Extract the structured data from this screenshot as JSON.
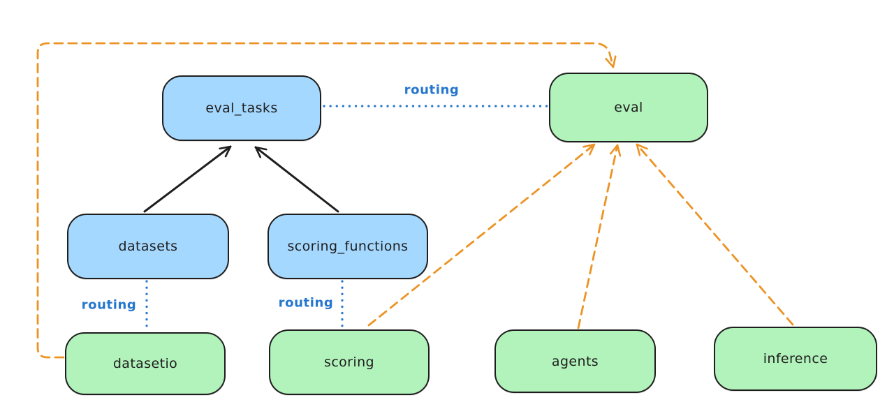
{
  "diagram": {
    "nodes": [
      {
        "id": "eval_tasks",
        "label": "eval_tasks",
        "kind": "resource"
      },
      {
        "id": "eval",
        "label": "eval",
        "kind": "api"
      },
      {
        "id": "datasets",
        "label": "datasets",
        "kind": "resource"
      },
      {
        "id": "scoring_functions",
        "label": "scoring_functions",
        "kind": "resource"
      },
      {
        "id": "datasetio",
        "label": "datasetio",
        "kind": "api"
      },
      {
        "id": "scoring",
        "label": "scoring",
        "kind": "api"
      },
      {
        "id": "agents",
        "label": "agents",
        "kind": "api"
      },
      {
        "id": "inference",
        "label": "inference",
        "kind": "api"
      }
    ],
    "edges": [
      {
        "from": "datasets",
        "to": "eval_tasks",
        "style": "solid-arrow",
        "color": "black"
      },
      {
        "from": "scoring_functions",
        "to": "eval_tasks",
        "style": "solid-arrow",
        "color": "black"
      },
      {
        "from": "eval_tasks",
        "to": "eval",
        "style": "dotted",
        "color": "blue",
        "label": "routing"
      },
      {
        "from": "datasets",
        "to": "datasetio",
        "style": "dotted",
        "color": "blue",
        "label": "routing"
      },
      {
        "from": "scoring_functions",
        "to": "scoring",
        "style": "dotted",
        "color": "blue",
        "label": "routing"
      },
      {
        "from": "datasetio",
        "to": "eval",
        "style": "dashed-arrow",
        "color": "orange"
      },
      {
        "from": "scoring",
        "to": "eval",
        "style": "dashed-arrow",
        "color": "orange"
      },
      {
        "from": "agents",
        "to": "eval",
        "style": "dashed-arrow",
        "color": "orange"
      },
      {
        "from": "inference",
        "to": "eval",
        "style": "dashed-arrow",
        "color": "orange"
      }
    ],
    "colors": {
      "resource_fill": "#a5d8ff",
      "api_fill": "#b2f2bb",
      "stroke_dark": "#1e1e1e",
      "routing_blue": "#2576cd",
      "orange": "#ec9324",
      "background": "#ffffff"
    }
  }
}
